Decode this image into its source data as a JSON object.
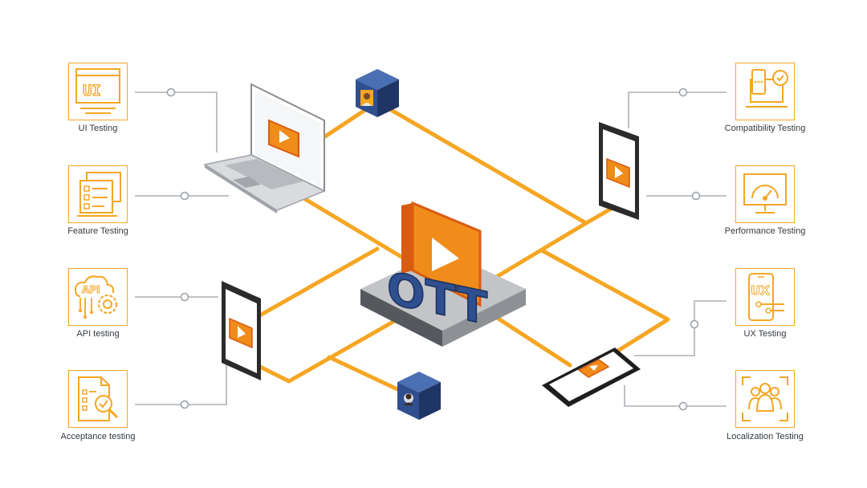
{
  "center_label": "OTT",
  "accent_color": "#f5a623",
  "card_border_color": "#f5a623",
  "cube_color": "#2f4f8f",
  "left_items": [
    {
      "label": "UI Testing",
      "icon": "ui-icon"
    },
    {
      "label": "Feature Testing",
      "icon": "feature-checklist-icon"
    },
    {
      "label": "API testing",
      "icon": "api-gear-icon"
    },
    {
      "label": "Acceptance testing",
      "icon": "document-magnifier-icon"
    }
  ],
  "right_items": [
    {
      "label": "Compatibility Testing",
      "icon": "devices-check-icon"
    },
    {
      "label": "Performance Testing",
      "icon": "speedometer-monitor-icon"
    },
    {
      "label": "UX Testing",
      "icon": "ux-phone-icon"
    },
    {
      "label": "Localization Testing",
      "icon": "people-group-icon"
    }
  ]
}
